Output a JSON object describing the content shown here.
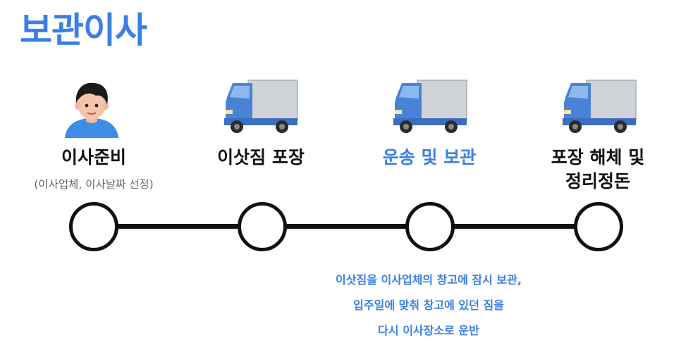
{
  "title": "보관이사",
  "steps": [
    {
      "label": "이사준비",
      "sub": "(이사업체, 이사날짜 선정)",
      "icon": "person-icon"
    },
    {
      "label": "이삿짐 포장",
      "icon": "truck-icon"
    },
    {
      "label": "운송 및 보관",
      "icon": "truck-icon"
    },
    {
      "label_line1": "포장 해체 및",
      "label_line2": "정리정돈",
      "icon": "truck-icon"
    }
  ],
  "description": [
    "이삿짐을 이사업체의 창고에 잠시 보관,",
    "입주일에 맞춰 창고에 있던 짐을",
    "다시 이사장소로 운반"
  ],
  "colors": {
    "accent": "#3a7fe6",
    "line": "#111111"
  }
}
